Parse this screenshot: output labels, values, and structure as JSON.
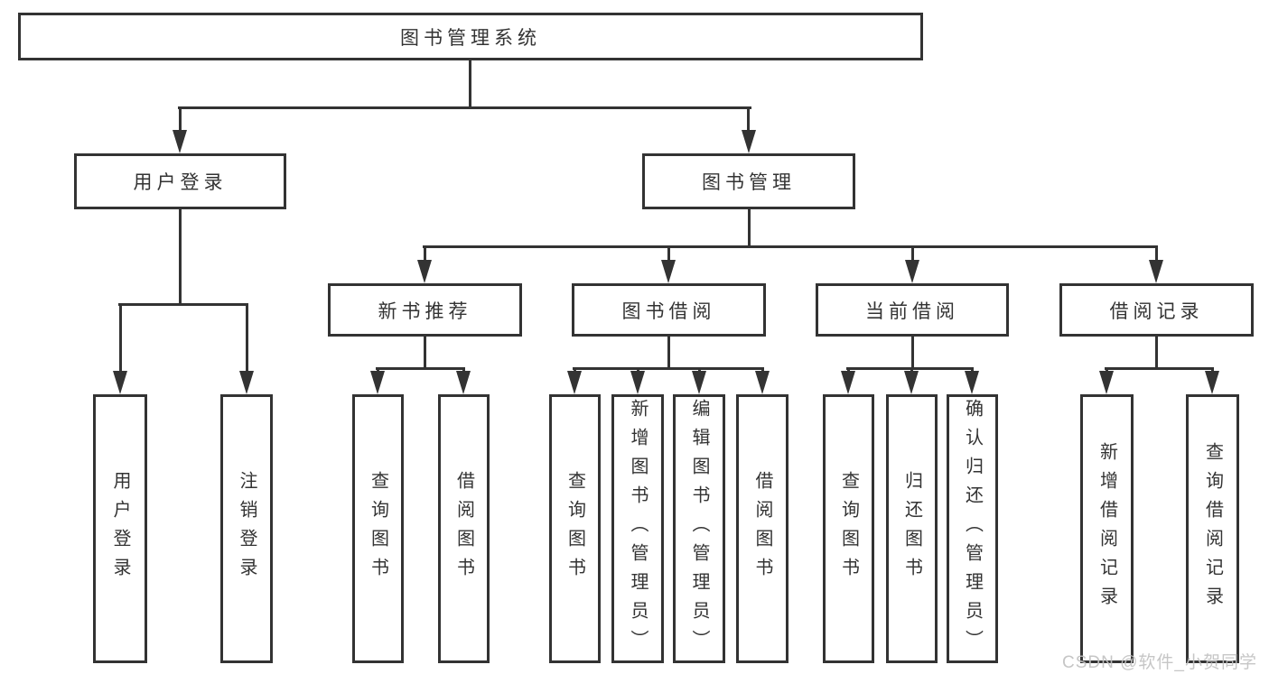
{
  "diagram": {
    "type": "hierarchy-tree",
    "root": {
      "label": "图书管理系统",
      "children": [
        {
          "label": "用户登录",
          "children": [
            {
              "label": "用户登录"
            },
            {
              "label": "注销登录"
            }
          ]
        },
        {
          "label": "图书管理",
          "children": [
            {
              "label": "新书推荐",
              "children": [
                {
                  "label": "查询图书"
                },
                {
                  "label": "借阅图书"
                }
              ]
            },
            {
              "label": "图书借阅",
              "children": [
                {
                  "label": "查询图书"
                },
                {
                  "label": "新增图书（管理员）"
                },
                {
                  "label": "编辑图书（管理员）"
                },
                {
                  "label": "借阅图书"
                }
              ]
            },
            {
              "label": "当前借阅",
              "children": [
                {
                  "label": "查询图书"
                },
                {
                  "label": "归还图书"
                },
                {
                  "label": "确认归还（管理员）"
                }
              ]
            },
            {
              "label": "借阅记录",
              "children": [
                {
                  "label": "新增借阅记录"
                },
                {
                  "label": "查询借阅记录"
                }
              ]
            }
          ]
        }
      ]
    },
    "colors": {
      "line": "#333333",
      "text": "#333333",
      "box_background": "#ffffff",
      "page_background": "#ffffff",
      "watermark": "#c1c1c1"
    }
  },
  "watermark": {
    "text": "CSDN @软件_小贺同学"
  }
}
